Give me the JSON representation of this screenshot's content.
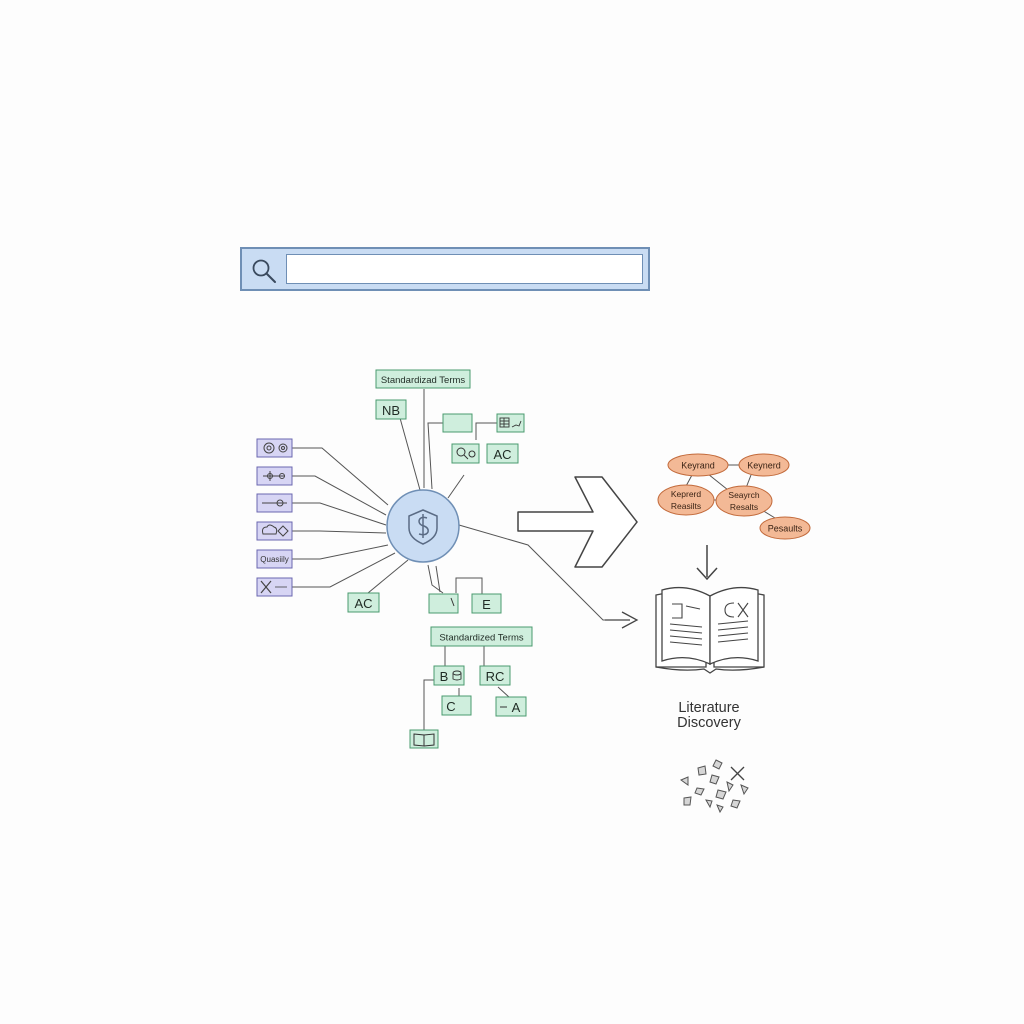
{
  "search": {
    "placeholder": "",
    "value": ""
  },
  "terms_top": {
    "title": "Standardizad Terms",
    "nb": "NB",
    "ac_top": "AC"
  },
  "terms_bottom": {
    "title": "Standardized Terms",
    "ac_left": "AC",
    "e": "E",
    "b": "B",
    "rc": "RC",
    "c": "C",
    "a": "A"
  },
  "inputs": {
    "quality": "Quasiily"
  },
  "keywords": {
    "k1": "Keyrand",
    "k2": "Keynerd",
    "k3_line1": "Keprerd",
    "k3_line2": "Reasilts",
    "k4_line1": "Seayrch",
    "k4_line2": "Resalts",
    "k5": "Pesaults"
  },
  "outcome": {
    "line1": "Literature",
    "line2": "Discovery"
  },
  "colors": {
    "green_fill": "#cfeedd",
    "green_stroke": "#4a9a6e",
    "purple_fill": "#d7d5f4",
    "purple_stroke": "#6a66b0",
    "hub_fill": "#c9dcf3",
    "hub_stroke": "#6f8fb5",
    "orange_fill": "#f3b996",
    "orange_stroke": "#c26a3b",
    "line": "#555555"
  },
  "icons": [
    "search-icon",
    "shield-icon",
    "gear-icon",
    "book-icon",
    "arrow-right-icon",
    "arrow-down-icon",
    "x-icon"
  ]
}
